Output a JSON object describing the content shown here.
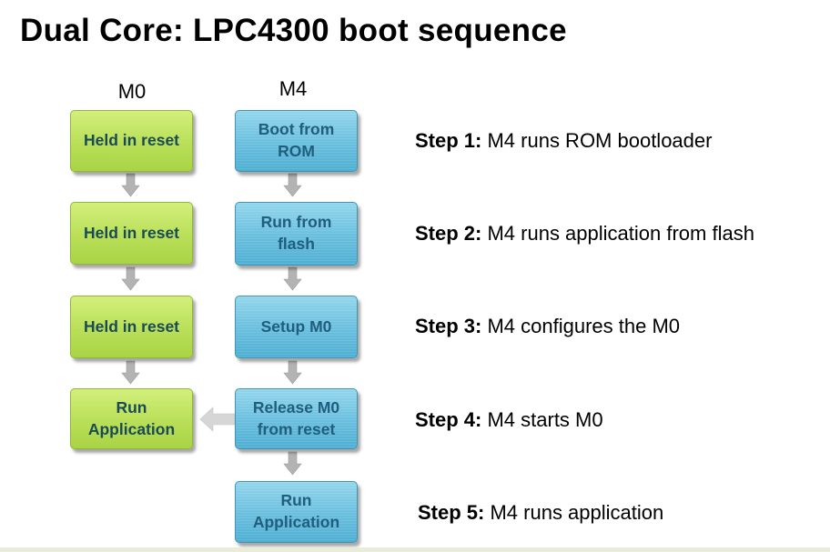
{
  "title": "Dual Core: LPC4300 boot sequence",
  "columns": {
    "m0": {
      "header": "M0"
    },
    "m4": {
      "header": "M4"
    }
  },
  "m0_boxes": [
    {
      "label": "Held in reset"
    },
    {
      "label": "Held in reset"
    },
    {
      "label": "Held in reset"
    },
    {
      "label": "Run\nApplication"
    }
  ],
  "m4_boxes": [
    {
      "label": "Boot from\nROM"
    },
    {
      "label": "Run from\nflash"
    },
    {
      "label": "Setup M0"
    },
    {
      "label": "Release M0\nfrom reset"
    },
    {
      "label": "Run\nApplication"
    }
  ],
  "steps": [
    {
      "label": "Step 1:",
      "text": " M4 runs ROM bootloader"
    },
    {
      "label": "Step 2:",
      "text": " M4 runs application from flash"
    },
    {
      "label": "Step 3:",
      "text": " M4 configures the M0"
    },
    {
      "label": "Step 4:",
      "text": " M4 starts M0"
    },
    {
      "label": "Step 5:",
      "text": " M4 runs application"
    }
  ],
  "colors": {
    "m0_box": "#b9df58",
    "m4_box": "#6cc0df",
    "arrow": "#b3b3b3",
    "arrow_release": "#d6d6d6"
  }
}
